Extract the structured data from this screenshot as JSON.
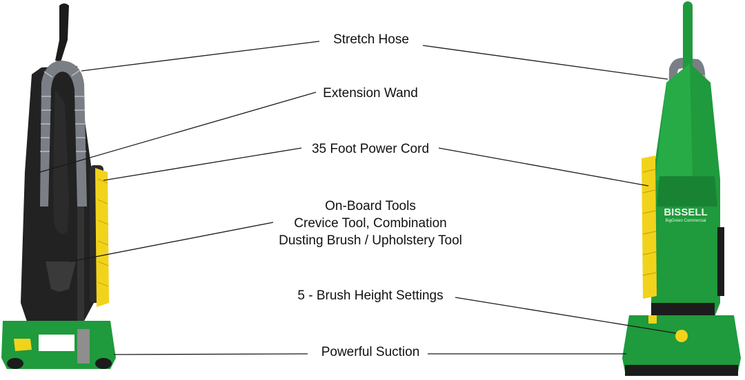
{
  "labels": {
    "hose": "Stretch Hose",
    "wand": "Extension Wand",
    "cord": "35 Foot Power Cord",
    "tools_line1": "On-Board Tools",
    "tools_line2": "Crevice Tool, Combination",
    "tools_line3": "Dusting Brush / Upholstery Tool",
    "height": "5 - Brush Height Settings",
    "suction": "Powerful Suction"
  },
  "brand": {
    "logo_text": "BISSELL",
    "sub_text": "BigGreen Commercial"
  },
  "colors": {
    "body_green": "#1f9a3c",
    "dark_green": "#147a2c",
    "black": "#1c1c1c",
    "cord_yellow": "#f2d31c",
    "line": "#1a1a1a"
  }
}
